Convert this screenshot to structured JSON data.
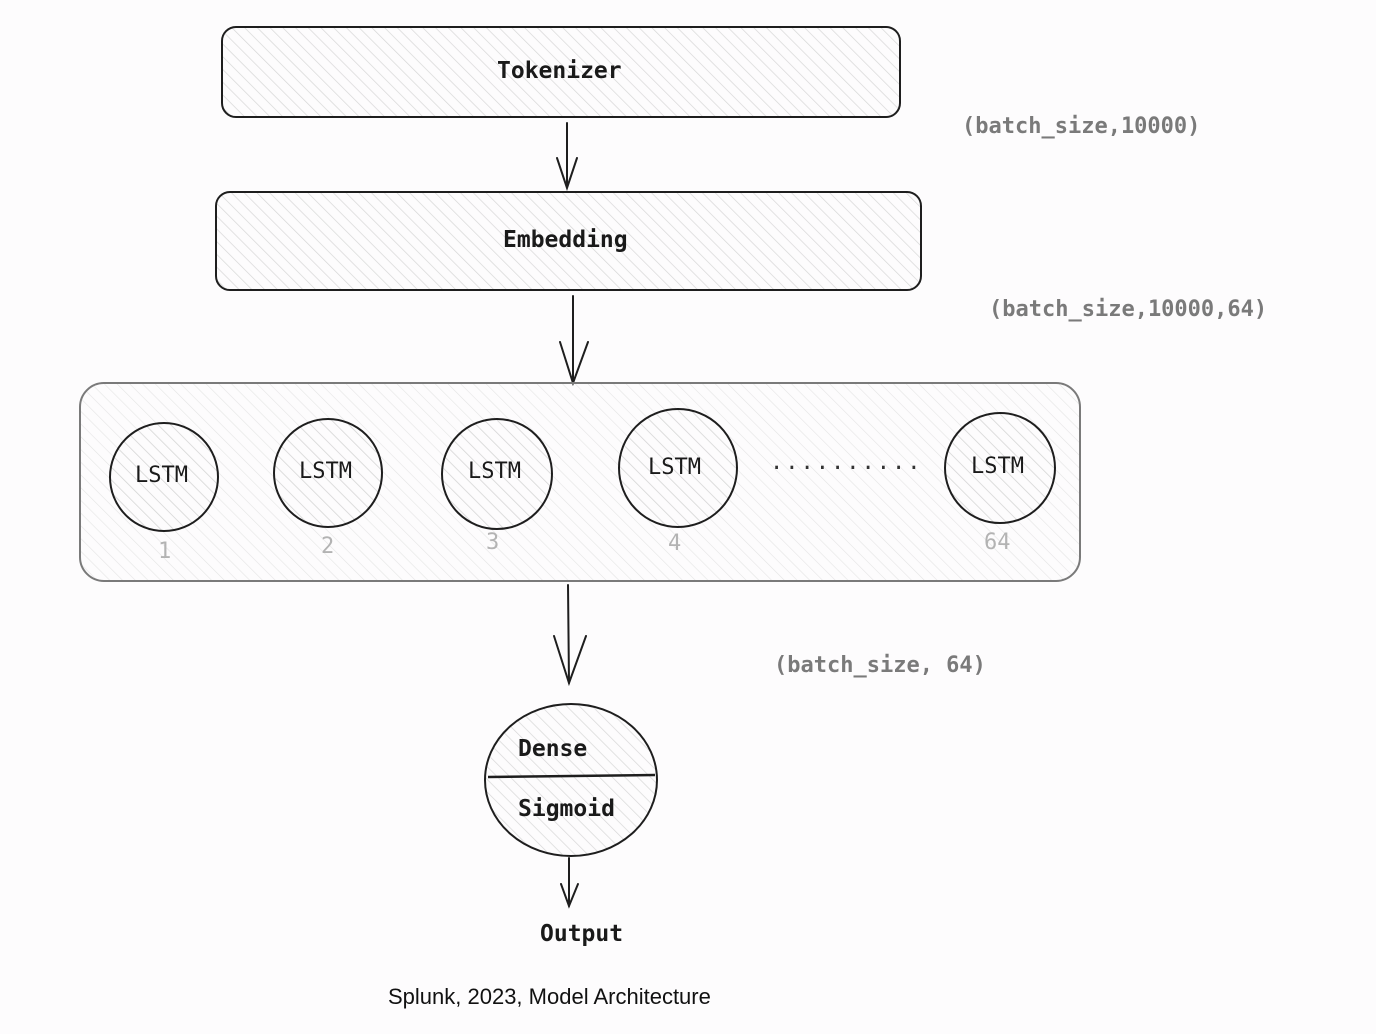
{
  "layers": {
    "tokenizer": "Tokenizer",
    "embedding": "Embedding",
    "lstm_units": [
      {
        "label": "LSTM",
        "index": "1"
      },
      {
        "label": "LSTM",
        "index": "2"
      },
      {
        "label": "LSTM",
        "index": "3"
      },
      {
        "label": "LSTM",
        "index": "4"
      },
      {
        "label": "LSTM",
        "index": "64"
      }
    ],
    "ellipsis": "..........",
    "dense": "Dense",
    "sigmoid": "Sigmoid",
    "output": "Output"
  },
  "shapes": {
    "after_tokenizer": "(batch_size,10000)",
    "after_embedding": "(batch_size,10000,64)",
    "after_lstm": "(batch_size, 64)"
  },
  "caption": "Splunk, 2023, Model Architecture",
  "colors": {
    "stroke": "#1e1e1e",
    "lstm_container_stroke": "#7a7a7a",
    "hatch": "#d4d4d4",
    "dimension_text": "#7a7a7a",
    "index_text": "#b3b3b3"
  }
}
